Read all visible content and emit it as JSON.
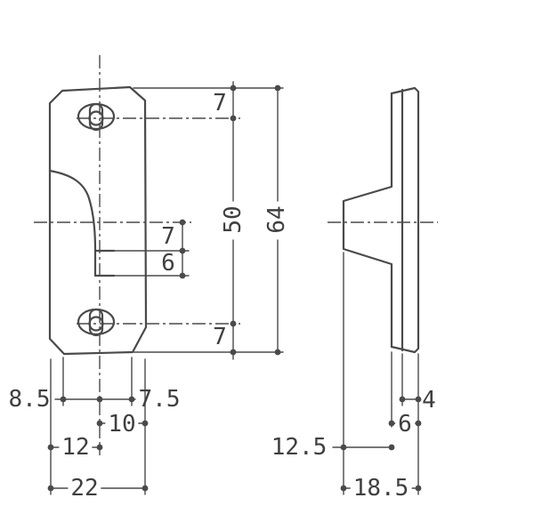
{
  "front_view": {
    "dims": {
      "top_offset": "7",
      "hole_pitch": "50",
      "overall_height": "64",
      "bottom_offset": "7",
      "ledge_upper": "7",
      "ledge_lower": "6",
      "left_inset": "8.5",
      "right_inset": "7.5",
      "center_to_right": "10",
      "center_to_left": "12",
      "overall_width": "22"
    }
  },
  "side_view": {
    "dims": {
      "flange_thickness": "4",
      "base_thickness": "6",
      "hook_depth": "12.5",
      "overall_depth": "18.5"
    }
  },
  "colors": {
    "line": "#4a4a4a",
    "text": "#3f3f3f",
    "background": "#ffffff"
  }
}
